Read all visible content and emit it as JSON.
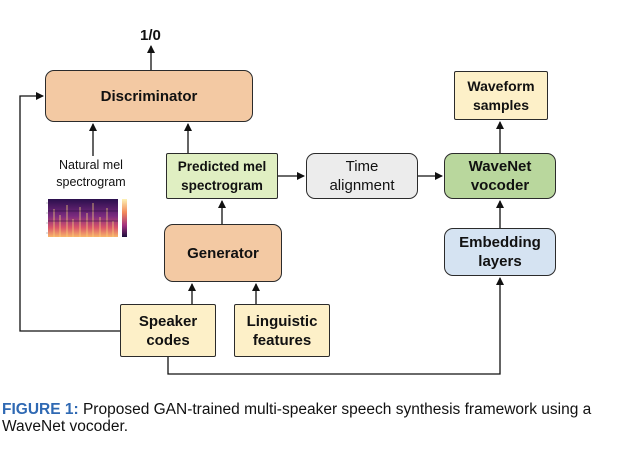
{
  "nodes": {
    "discriminator": "Discriminator",
    "generator": "Generator",
    "predicted_mel": "Predicted mel\nspectrogram",
    "time_alignment": "Time\nalignment",
    "wavenet_vocoder": "WaveNet\nvocoder",
    "waveform_samples": "Waveform\nsamples",
    "embedding_layers": "Embedding\nlayers",
    "speaker_codes": "Speaker\ncodes",
    "linguistic_features": "Linguistic\nfeatures"
  },
  "labels": {
    "output": "1/0",
    "natural_mel": "Natural mel\nspectrogram"
  },
  "caption": {
    "label": "FIGURE 1:",
    "text": " Proposed GAN-trained multi-speaker speech synthesis framework using a WaveNet vocoder."
  },
  "colors": {
    "orange_box": "#f3c9a3",
    "light_green_box": "#e0efc2",
    "green_box": "#b9d79d",
    "gray_box": "#ececec",
    "blue_box": "#d5e3f2",
    "cream_box": "#fdf0c8",
    "caption_label": "#2f69b3"
  }
}
